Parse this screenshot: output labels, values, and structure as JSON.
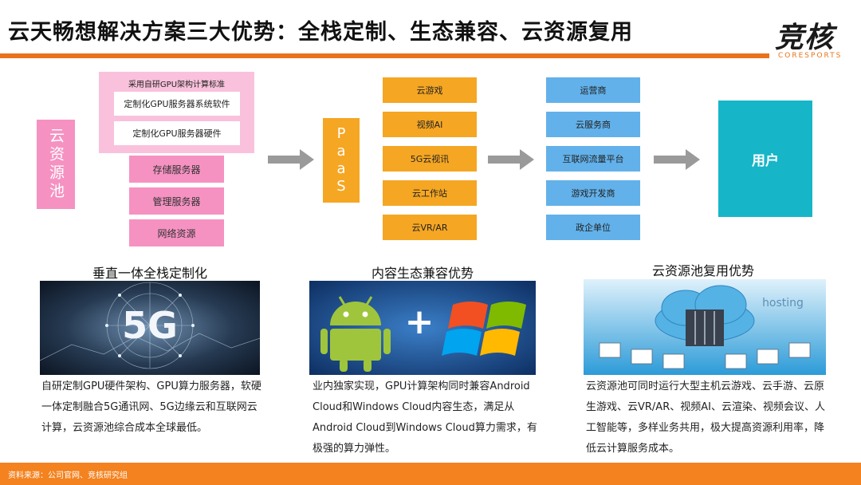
{
  "title": "云天畅想解决方案三大优势：全栈定制、生态兼容、云资源复用",
  "logo": {
    "mark": "竞核",
    "sub": "CORESPORTS"
  },
  "diagram": {
    "pool": "云资源池",
    "gpu_panel": {
      "caption": "采用自研GPU架构计算标准",
      "items": [
        "定制化GPU服务器系统软件",
        "定制化GPU服务器硬件"
      ]
    },
    "pink_items": [
      "存储服务器",
      "管理服务器",
      "网络资源"
    ],
    "paas_letters": [
      "P",
      "a",
      "a",
      "S"
    ],
    "services": [
      "云游戏",
      "视频AI",
      "5G云视讯",
      "云工作站",
      "云VR/AR"
    ],
    "channels": [
      "运营商",
      "云服务商",
      "互联网流量平台",
      "游戏开发商",
      "政企单位"
    ],
    "user": "用户",
    "colors": {
      "pink": "#f592c2",
      "light_pink": "#f9c1dc",
      "orange": "#f5a623",
      "blue": "#62b1ea",
      "teal": "#16b6c8",
      "arrow": "#9a9a9a",
      "brand": "#e8731a"
    }
  },
  "advantages": [
    {
      "title": "垂直一体全栈定制化",
      "image_label": "5G",
      "text": "自研定制GPU硬件架构、GPU算力服务器，软硬一体定制融合5G通讯网、5G边缘云和互联网云计算，云资源池综合成本全球最低。"
    },
    {
      "title": "内容生态兼容优势",
      "image_label": "+",
      "text": "业内独家实现，GPU计算架构同时兼容Android Cloud和Windows Cloud内容生态，满足从Android Cloud到Windows Cloud算力需求，有极强的算力弹性。"
    },
    {
      "title": "云资源池复用优势",
      "image_label": "hosting",
      "text": "云资源池可同时运行大型主机云游戏、云手游、云原生游戏、云VR/AR、视频AI、云渲染、视频会议、人工智能等，多样业务共用，极大提高资源利用率，降低云计算服务成本。"
    }
  ],
  "footer": "资料来源：公司官网、竞核研究组"
}
